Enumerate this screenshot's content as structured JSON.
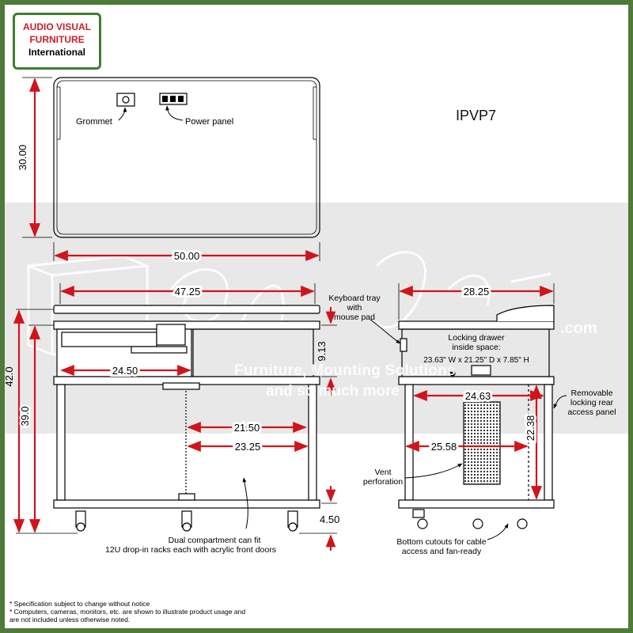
{
  "logo": {
    "line1": "AUDIO VISUAL",
    "line2": "FURNITURE",
    "line3": "International"
  },
  "model": "IPVP7",
  "watermark": {
    "line1": "Furniture, Mounting Solutions",
    "line2": "and so much more",
    "domain": ".com"
  },
  "top_view": {
    "grommet": "Grommet",
    "power_panel": "Power panel",
    "depth": "30.00",
    "width": "50.00"
  },
  "front_view": {
    "inner_width": "47.25",
    "total_height": "42.0",
    "body_height": "39.0",
    "drawer_width": "24.50",
    "drawer_height": "9.13",
    "rack_width_a": "21.50",
    "rack_width_b": "23.25",
    "caster_height": "4.50",
    "note": [
      "Dual compartment can fit",
      "12U drop-in racks each with acrylic front doors"
    ]
  },
  "side_view": {
    "depth": "28.25",
    "keyboard_note": [
      "Keyboard tray",
      "with",
      "mouse pad"
    ],
    "drawer_note": [
      "Locking drawer",
      "inside space:",
      "23.63\" W x 21.25\" D x 7.85\" H"
    ],
    "inner_depth_a": "24.63",
    "inner_depth_b": "25.58",
    "inner_height": "22.38",
    "vent_note": [
      "Vent",
      "perforation"
    ],
    "panel_note": [
      "Removable",
      "locking rear",
      "access panel"
    ],
    "bottom_note": [
      "Bottom cutouts for cable",
      "access and fan-ready"
    ]
  },
  "footnotes": [
    "* Specification subject to change without notice",
    "* Computers, cameras, monitors, etc. are shown to illustrate product usage and",
    "are not included unless otherwise noted."
  ]
}
